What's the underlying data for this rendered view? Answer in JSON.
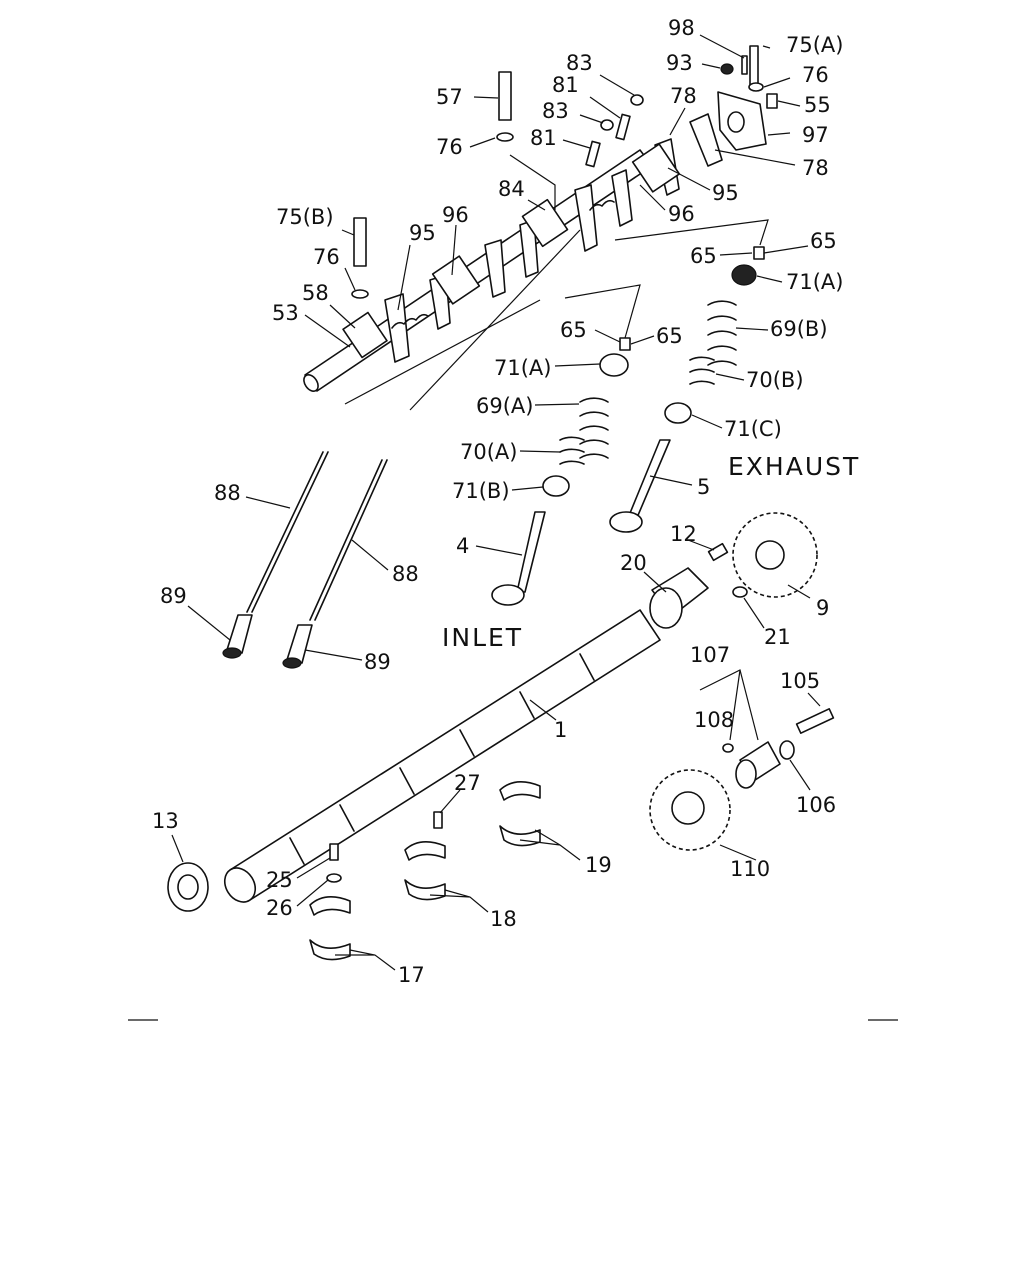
{
  "diagram": {
    "section_labels": {
      "exhaust": "EXHAUST",
      "inlet": "INLET"
    },
    "callouts": {
      "c98": "98",
      "c75a": "75(A)",
      "c93": "93",
      "c76r": "76",
      "c55": "55",
      "c97": "97",
      "c78a": "78",
      "c78b": "78",
      "c95r": "95",
      "c96r": "96",
      "c83a": "83",
      "c81a": "81",
      "c83b": "83",
      "c81b": "81",
      "c57": "57",
      "c76a": "76",
      "c84": "84",
      "c75b": "75(B)",
      "c76b": "76",
      "c95l": "95",
      "c96l": "96",
      "c58": "58",
      "c53": "53",
      "c65a": "65",
      "c65b": "65",
      "c71a1": "71(A)",
      "c69b": "69(B)",
      "c70b": "70(B)",
      "c71c": "71(C)",
      "c65c": "65",
      "c65d": "65",
      "c71a2": "71(A)",
      "c69a": "69(A)",
      "c70a": "70(A)",
      "c71b": "71(B)",
      "c5": "5",
      "c4": "4",
      "c12": "12",
      "c9": "9",
      "c20": "20",
      "c21": "21",
      "c88a": "88",
      "c88b": "88",
      "c89a": "89",
      "c89b": "89",
      "c1": "1",
      "c107": "107",
      "c108": "108",
      "c105": "105",
      "c106": "106",
      "c110": "110",
      "c27": "27",
      "c13": "13",
      "c25": "25",
      "c26": "26",
      "c19": "19",
      "c18": "18",
      "c17": "17"
    }
  }
}
